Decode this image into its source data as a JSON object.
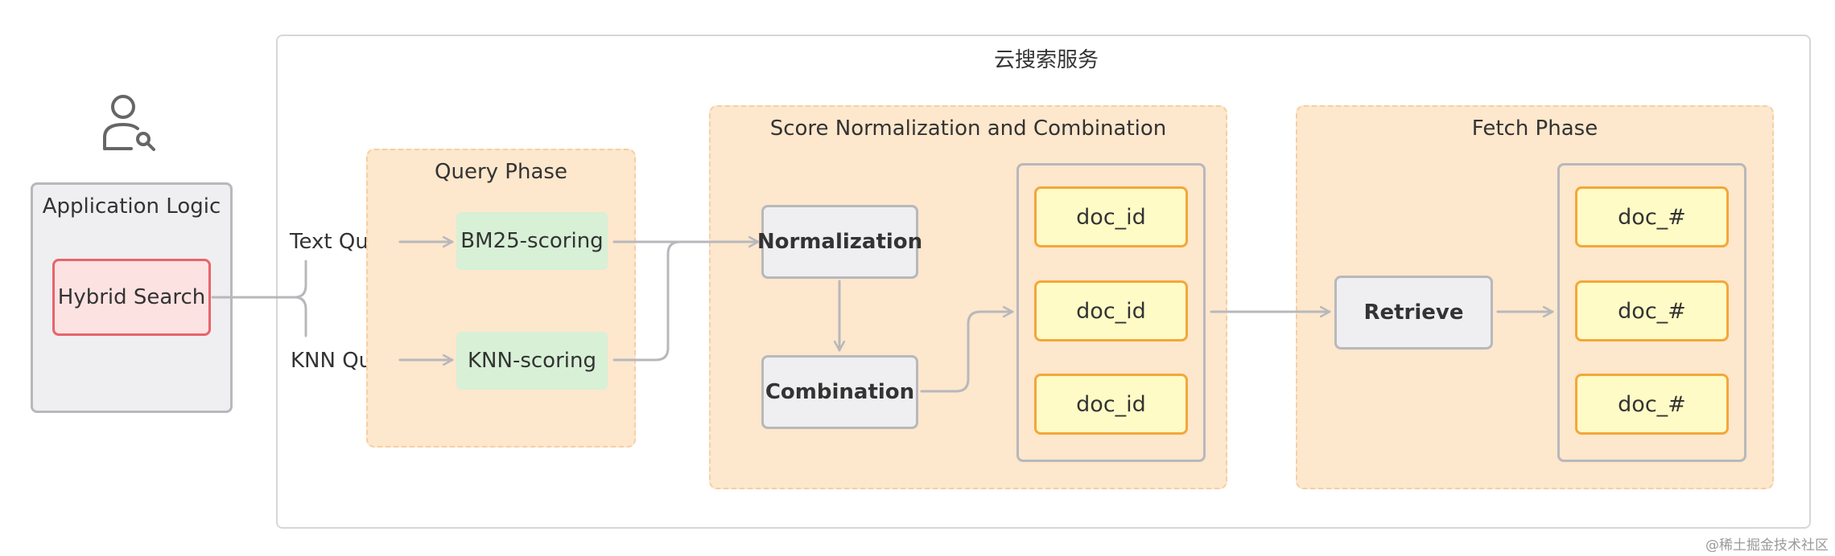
{
  "user_icon": "user-search-icon",
  "application": {
    "title": "Application Logic",
    "hybrid_search": "Hybrid Search"
  },
  "queries": {
    "text_query": "Text Query",
    "knn_query": "KNN Query"
  },
  "cloud_service": {
    "title": "云搜索服务"
  },
  "query_phase": {
    "title": "Query Phase",
    "bm25": "BM25-scoring",
    "knn": "KNN-scoring"
  },
  "score_phase": {
    "title": "Score Normalization and Combination",
    "normalization": "Normalization",
    "combination": "Combination",
    "docs": [
      "doc_id",
      "doc_id",
      "doc_id"
    ]
  },
  "fetch_phase": {
    "title": "Fetch Phase",
    "retrieve": "Retrieve",
    "docs": [
      "doc_#",
      "doc_#",
      "doc_#"
    ]
  },
  "watermark": "@稀土掘金技术社区",
  "colors": {
    "phase_fill": "#fde7cd",
    "doc_fill": "#fffbc6",
    "doc_border": "#f3a73a",
    "hybrid_fill": "#fde2e2",
    "hybrid_border": "#e8646b",
    "scoring_fill": "#d7f0d6",
    "connector": "#b8b8bc"
  }
}
